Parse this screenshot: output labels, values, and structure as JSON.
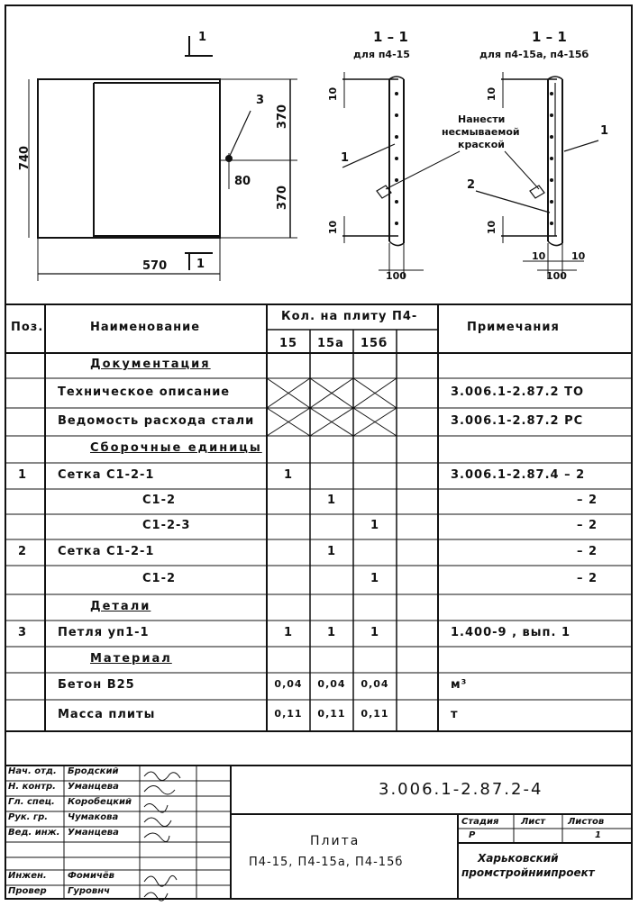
{
  "drawing": {
    "section_marker": "1",
    "section_marker_bottom": "1",
    "plan_dims": {
      "width": "570",
      "height": "740",
      "top_half": "370",
      "bottom_half": "370",
      "offset": "80",
      "callout": "3"
    },
    "section_a": {
      "title": "1 – 1",
      "subtitle": "для п4-15",
      "dim_top": "10",
      "dim_bottom": "10",
      "dim_base": "100",
      "callout": "1"
    },
    "section_b": {
      "title": "1 – 1",
      "subtitle": "для п4-15а, п4-15б",
      "dim_top": "10",
      "dim_bottom": "10",
      "dim_base_left": "10",
      "dim_base_right": "10",
      "dim_base": "100",
      "callout1": "1",
      "callout2": "2"
    },
    "note": [
      "Нанести",
      "несмываемой",
      "краской"
    ]
  },
  "table": {
    "headers": {
      "pos": "Поз.",
      "name": "Наименование",
      "qty": "Кол. на плиту П4-",
      "notes": "Примечания"
    },
    "qty_cols": [
      "15",
      "15а",
      "15б",
      ""
    ],
    "rows": [
      {
        "pos": "",
        "name": "Документация",
        "q": [
          "",
          "",
          "",
          ""
        ],
        "note": "",
        "type": "section"
      },
      {
        "pos": "",
        "name": "Техническое описание",
        "q": [
          "",
          "",
          "",
          ""
        ],
        "note": "3.006.1-2.87.2  ТО",
        "type": "cross"
      },
      {
        "pos": "",
        "name": "Ведомость расхода стали",
        "q": [
          "",
          "",
          "",
          ""
        ],
        "note": "3.006.1-2.87.2  РС",
        "type": "cross"
      },
      {
        "pos": "",
        "name": "Сборочные единицы",
        "q": [
          "",
          "",
          "",
          ""
        ],
        "note": "",
        "type": "section"
      },
      {
        "pos": "1",
        "name": "Сетка  С1-2-1",
        "q": [
          "1",
          "",
          "",
          ""
        ],
        "note": "3.006.1-2.87.4 – 2",
        "type": "item"
      },
      {
        "pos": "",
        "name": "С1-2",
        "q": [
          "",
          "1",
          "",
          ""
        ],
        "note": "– 2",
        "type": "sub"
      },
      {
        "pos": "",
        "name": "С1-2-3",
        "q": [
          "",
          "",
          "1",
          ""
        ],
        "note": "– 2",
        "type": "sub"
      },
      {
        "pos": "2",
        "name": "Сетка  С1-2-1",
        "q": [
          "",
          "1",
          "",
          ""
        ],
        "note": "– 2",
        "type": "item"
      },
      {
        "pos": "",
        "name": "С1-2",
        "q": [
          "",
          "",
          "1",
          ""
        ],
        "note": "– 2",
        "type": "sub"
      },
      {
        "pos": "",
        "name": "Детали",
        "q": [
          "",
          "",
          "",
          ""
        ],
        "note": "",
        "type": "section"
      },
      {
        "pos": "3",
        "name": "Петля  уп1-1",
        "q": [
          "1",
          "1",
          "1",
          ""
        ],
        "note": "1.400-9 , вып. 1",
        "type": "item"
      },
      {
        "pos": "",
        "name": "Материал",
        "q": [
          "",
          "",
          "",
          ""
        ],
        "note": "",
        "type": "section"
      },
      {
        "pos": "",
        "name": "Бетон  В25",
        "q": [
          "0,04",
          "0,04",
          "0,04",
          ""
        ],
        "note": "м³",
        "type": "item"
      },
      {
        "pos": "",
        "name": "Масса плиты",
        "q": [
          "0,11",
          "0,11",
          "0,11",
          ""
        ],
        "note": "т",
        "type": "item"
      }
    ]
  },
  "title_block": {
    "roles": [
      "Нач. отд.",
      "Н. контр.",
      "Гл. спец.",
      "Рук. гр.",
      "Вед. инж.",
      "",
      "Инжен.",
      "Провер"
    ],
    "names": [
      "Бродский",
      "Уманцева",
      "Коробецкий",
      "Чумакова",
      "Уманцева",
      "",
      "Фомичёв",
      "Гуровнч"
    ],
    "code": "3.006.1-2.87.2-4",
    "product": "Плита",
    "variants": "П4-15, П4-15а, П4-15б",
    "stage_label": "Стадия",
    "sheet_label": "Лист",
    "sheets_label": "Листов",
    "stage": "Р",
    "sheet": "",
    "sheets": "1",
    "org": [
      "Харьковский",
      "промстройниипроект"
    ]
  }
}
